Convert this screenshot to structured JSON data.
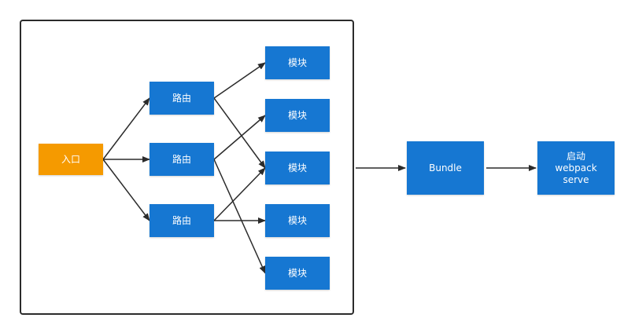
{
  "colors": {
    "entry_fill": "#f59a00",
    "node_fill": "#1677d2",
    "edge_stroke": "#2b2b2b",
    "text": "#ffffff"
  },
  "nodes": {
    "entry": "入口",
    "routes": [
      "路由",
      "路由",
      "路由"
    ],
    "modules": [
      "模块",
      "模块",
      "模块",
      "模块",
      "模块"
    ],
    "bundle": "Bundle",
    "serve": "启动\nwebpack\nserve"
  },
  "edges": [
    {
      "from": "entry",
      "to": "route-1"
    },
    {
      "from": "entry",
      "to": "route-2"
    },
    {
      "from": "entry",
      "to": "route-3"
    },
    {
      "from": "route-1",
      "to": "module-1"
    },
    {
      "from": "route-1",
      "to": "module-3"
    },
    {
      "from": "route-2",
      "to": "module-2"
    },
    {
      "from": "route-2",
      "to": "module-5"
    },
    {
      "from": "route-3",
      "to": "module-3"
    },
    {
      "from": "route-3",
      "to": "module-4"
    },
    {
      "from": "frame",
      "to": "bundle"
    },
    {
      "from": "bundle",
      "to": "serve"
    }
  ]
}
